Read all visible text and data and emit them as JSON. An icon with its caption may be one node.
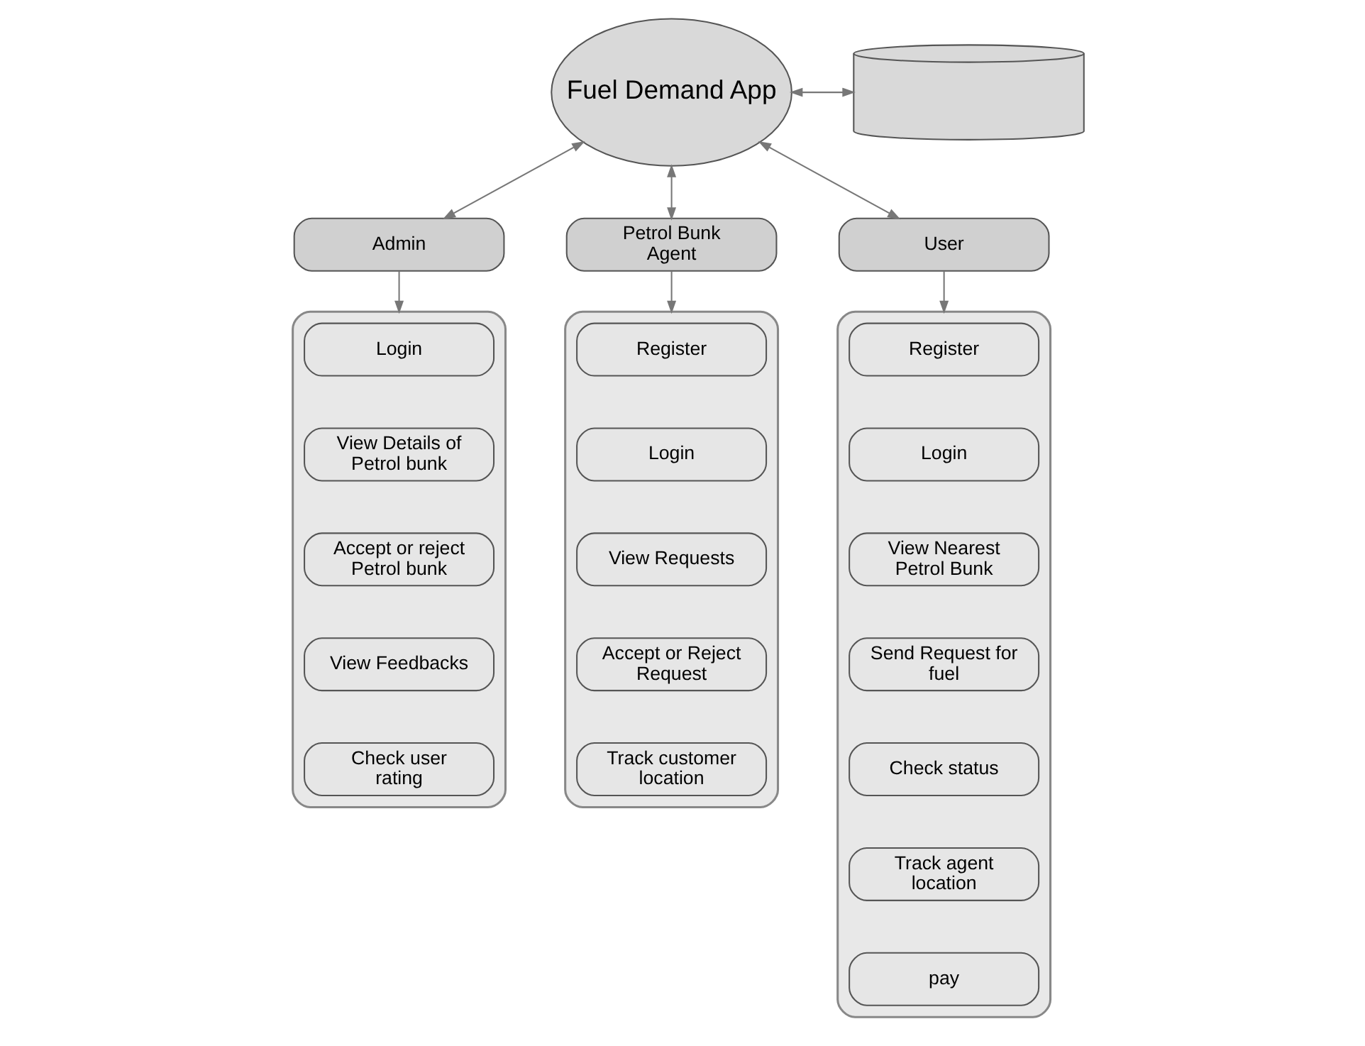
{
  "diagram": {
    "nodes": [
      {
        "text": [
          "Fuel Demand App"
        ]
      },
      {
        "text": [],
        "shape": "cylinder"
      },
      {
        "text": [
          "Admin"
        ]
      },
      {
        "text": [
          "Petrol Bunk Agent"
        ]
      },
      {
        "text": [
          "User"
        ]
      },
      {
        "text": [],
        "shape": "box"
      },
      {
        "text": [
          "Login"
        ],
        "in": 5
      },
      {
        "text": [
          "View Details of Petrol bunk"
        ],
        "in": 5
      },
      {
        "text": [
          "Accept or reject Petrol bunk"
        ],
        "in": 5
      },
      {
        "text": [
          "View Feedbacks"
        ],
        "in": 5
      },
      {
        "text": [
          "Check user rating"
        ],
        "in": 5
      },
      {
        "text": [],
        "shape": "box"
      },
      {
        "text": [
          "Register"
        ],
        "in": 11
      },
      {
        "text": [
          "Login"
        ],
        "in": 11
      },
      {
        "text": [
          "View Requests"
        ],
        "in": 11
      },
      {
        "text": [
          "Accept or Reject Request"
        ],
        "in": 11
      },
      {
        "text": [
          "Track customer location"
        ],
        "in": 11
      },
      {
        "text": [],
        "shape": "box"
      },
      {
        "text": [
          "Register"
        ],
        "in": 17
      },
      {
        "text": [
          "Login"
        ],
        "in": 17
      },
      {
        "text": [
          "View Nearest Petrol Bunk"
        ],
        "in": 17
      },
      {
        "text": [
          "Send Request for fuel"
        ],
        "in": 17
      },
      {
        "text": [
          "Check status"
        ],
        "in": 17
      },
      {
        "text": [
          "Track agent location"
        ],
        "in": 17
      },
      {
        "text": [
          "pay"
        ],
        "in": 17
      }
    ],
    "edges": [
      {
        "from": 0,
        "to": 1,
        "arrow": "both"
      },
      {
        "from": 0,
        "to": 2,
        "arrow": "both"
      },
      {
        "from": 0,
        "to": 3,
        "arrow": "both"
      },
      {
        "from": 0,
        "to": 4,
        "arrow": "both"
      },
      {
        "from": 2,
        "to": 5,
        "arrow": "to"
      },
      {
        "from": 3,
        "to": 11,
        "arrow": "to"
      },
      {
        "from": 4,
        "to": 17,
        "arrow": "to"
      }
    ]
  }
}
